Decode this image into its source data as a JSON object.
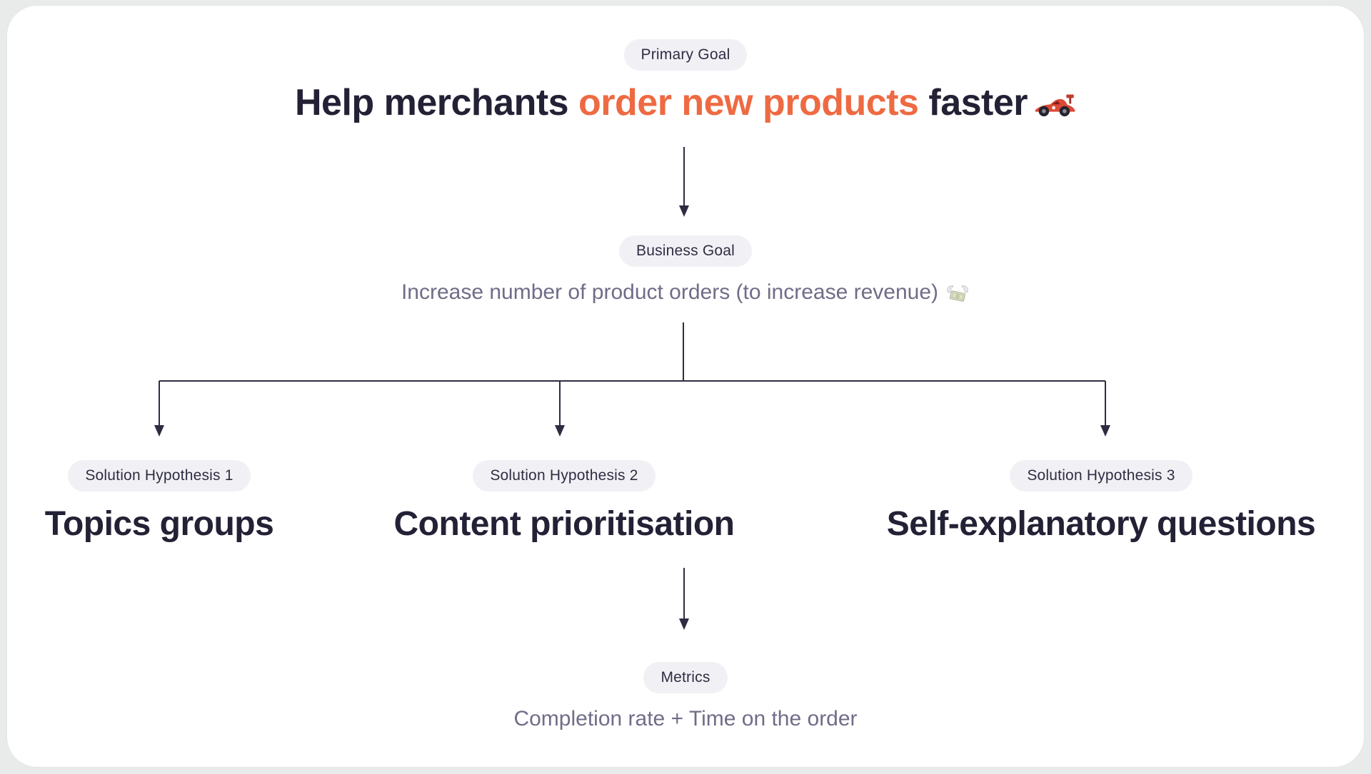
{
  "page": {
    "background_color": "#e9ebea",
    "card_color": "#ffffff"
  },
  "colors": {
    "accent_orange": "#ee6a42",
    "text_dark": "#232135",
    "text_muted": "#6f6d88",
    "badge_background": "#f1f1f5",
    "badge_text": "#2f2d42",
    "connector_line": "#2e2c42"
  },
  "diagram": {
    "primary": {
      "badge": "Primary Goal",
      "title_prefix": "Help merchants ",
      "title_highlight": "order new products",
      "title_suffix": " faster",
      "icon": "racing-car-icon"
    },
    "business": {
      "badge": "Business Goal",
      "text": "Increase number of product orders (to increase revenue)",
      "icon": "money-with-wings-icon"
    },
    "solutions": [
      {
        "badge": "Solution Hypothesis 1",
        "title": "Topics groups"
      },
      {
        "badge": "Solution Hypothesis 2",
        "title": "Content prioritisation"
      },
      {
        "badge": "Solution Hypothesis 3",
        "title": "Self-explanatory questions"
      }
    ],
    "metrics": {
      "badge": "Metrics",
      "text": "Completion rate + Time on the order"
    }
  }
}
